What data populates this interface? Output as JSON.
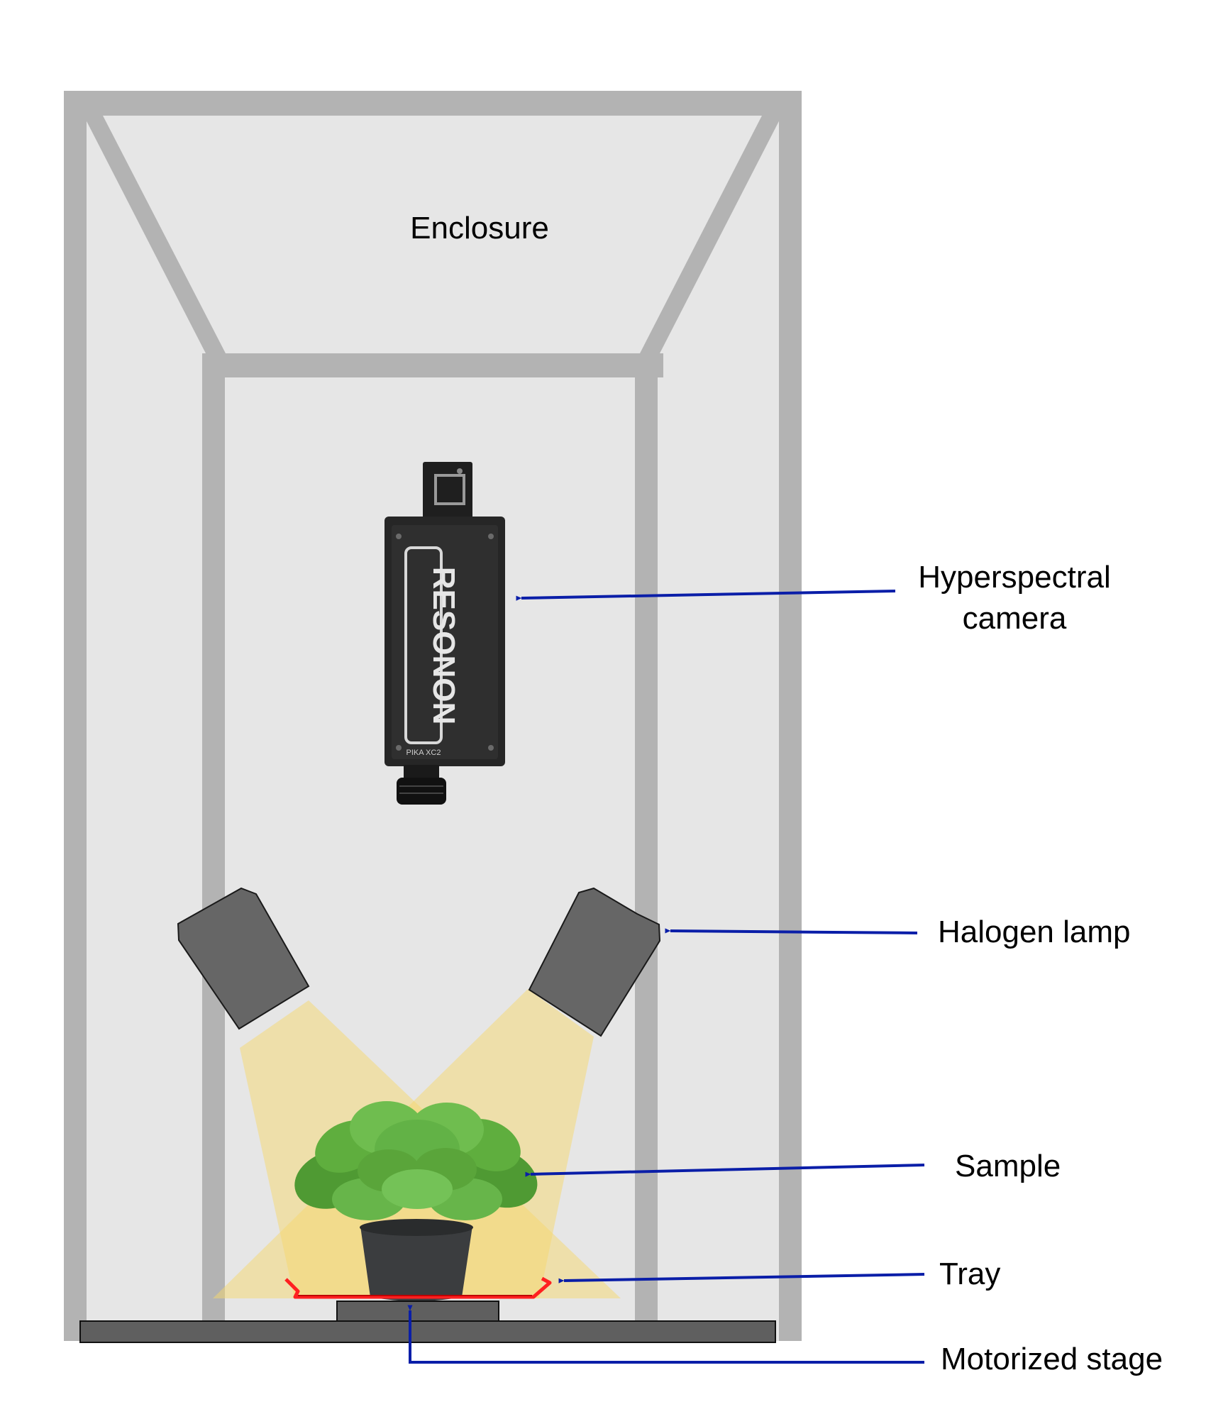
{
  "labels": {
    "enclosure": "Enclosure",
    "camera_line1": "Hyperspectral",
    "camera_line2": "camera",
    "lamp": "Halogen lamp",
    "sample": "Sample",
    "tray": "Tray",
    "stage": "Motorized stage"
  },
  "camera_markings": {
    "brand": "RESONON",
    "model": "PIKA XC2"
  },
  "colors": {
    "frame": "#b3b3b3",
    "enclosure_fill": "#e6e6e6",
    "lamp": "#666666",
    "light": "#f5d76e",
    "tray": "#ff2020",
    "stage": "#5f5f5f",
    "arrow": "#0a1ea8",
    "leaf": "#5aa53a",
    "pot": "#3b3d3f"
  },
  "icons": [
    "hyperspectral-camera-icon",
    "halogen-lamp-icon",
    "plant-sample-icon"
  ]
}
